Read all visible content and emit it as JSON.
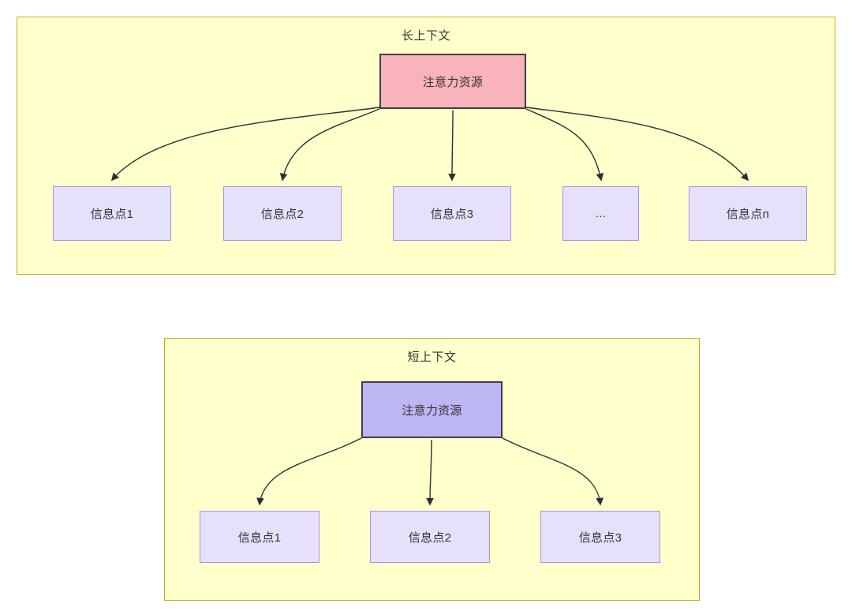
{
  "diagram": {
    "title_long": "长上下文",
    "title_short": "短上下文",
    "colors": {
      "panel_background": "#ffffcc",
      "panel_border": "#b3b327",
      "root_long_fill": "#f9b3bb",
      "root_short_fill": "#bcb6f2",
      "leaf_fill": "#e6e1fa",
      "leaf_border": "#ad8ee8",
      "node_border_dark": "#3f3f48",
      "edge_stroke": "#2f2f33",
      "text": "#333333"
    }
  },
  "panels": [
    {
      "key": "long",
      "title": "长上下文",
      "root": {
        "label": "注意力资源"
      },
      "leaves": [
        {
          "label": "信息点1"
        },
        {
          "label": "信息点2"
        },
        {
          "label": "信息点3"
        },
        {
          "label": "..."
        },
        {
          "label": "信息点n"
        }
      ]
    },
    {
      "key": "short",
      "title": "短上下文",
      "root": {
        "label": "注意力资源"
      },
      "leaves": [
        {
          "label": "信息点1"
        },
        {
          "label": "信息点2"
        },
        {
          "label": "信息点3"
        }
      ]
    }
  ]
}
